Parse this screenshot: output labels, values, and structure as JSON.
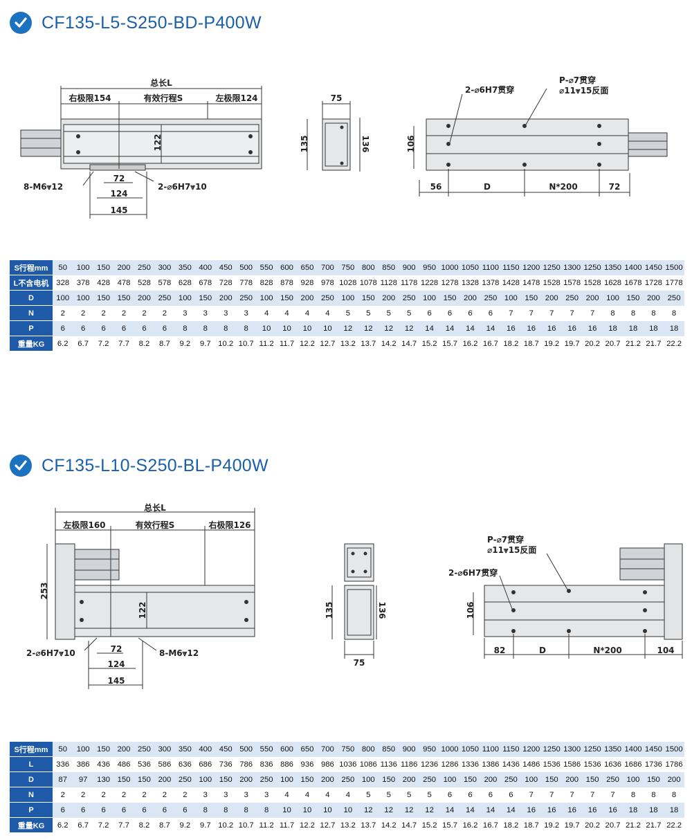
{
  "section1": {
    "title": "CF135-L5-S250-BD-P400W",
    "labels": {
      "total": "总长L",
      "right_limit": "右极限154",
      "stroke": "有效行程S",
      "left_limit": "左极限124",
      "h122": "122",
      "m6": "8-M6⩔12",
      "pin": "2-⌀6H7⩔10",
      "d72": "72",
      "d124": "124",
      "d145": "145",
      "w75": "75",
      "h135": "135",
      "h136": "136",
      "pin_thru": "2-⌀6H7贯穿",
      "p_thru": "P-⌀7贯穿",
      "cbore": "⌀11⩔15反面",
      "h106": "106",
      "d56": "56",
      "dD": "D",
      "n200": "N*200",
      "d72b": "72"
    },
    "table": {
      "rows": [
        {
          "label": "S行程mm",
          "values": [
            "50",
            "100",
            "150",
            "200",
            "250",
            "300",
            "350",
            "400",
            "450",
            "500",
            "550",
            "600",
            "650",
            "700",
            "750",
            "800",
            "850",
            "900",
            "950",
            "1000",
            "1050",
            "1100",
            "1150",
            "1200",
            "1250",
            "1300",
            "1250",
            "1350",
            "1400",
            "1450",
            "1500"
          ]
        },
        {
          "label": "L不含电机",
          "values": [
            "328",
            "378",
            "428",
            "478",
            "528",
            "578",
            "628",
            "678",
            "728",
            "778",
            "828",
            "878",
            "928",
            "978",
            "1028",
            "1078",
            "1128",
            "1178",
            "1228",
            "1278",
            "1328",
            "1378",
            "1428",
            "1478",
            "1528",
            "1578",
            "1528",
            "1628",
            "1678",
            "1728",
            "1778"
          ]
        },
        {
          "label": "D",
          "values": [
            "100",
            "100",
            "150",
            "150",
            "200",
            "250",
            "100",
            "150",
            "200",
            "250",
            "100",
            "150",
            "200",
            "250",
            "100",
            "150",
            "200",
            "250",
            "100",
            "150",
            "200",
            "250",
            "100",
            "150",
            "200",
            "250",
            "200",
            "100",
            "150",
            "200",
            "250"
          ]
        },
        {
          "label": "N",
          "values": [
            "2",
            "2",
            "2",
            "2",
            "2",
            "2",
            "3",
            "3",
            "3",
            "3",
            "4",
            "4",
            "4",
            "4",
            "5",
            "5",
            "5",
            "5",
            "6",
            "6",
            "6",
            "6",
            "7",
            "7",
            "7",
            "7",
            "7",
            "8",
            "8",
            "8",
            "8"
          ]
        },
        {
          "label": "P",
          "values": [
            "6",
            "6",
            "6",
            "6",
            "6",
            "6",
            "8",
            "8",
            "8",
            "8",
            "10",
            "10",
            "10",
            "10",
            "12",
            "12",
            "12",
            "12",
            "14",
            "14",
            "14",
            "14",
            "16",
            "16",
            "16",
            "16",
            "16",
            "18",
            "18",
            "18",
            "18"
          ]
        },
        {
          "label": "重量KG",
          "values": [
            "6.2",
            "6.7",
            "7.2",
            "7.7",
            "8.2",
            "8.7",
            "9.2",
            "9.7",
            "10.2",
            "10.7",
            "11.2",
            "11.7",
            "12.2",
            "12.7",
            "13.2",
            "13.7",
            "14.2",
            "14.7",
            "15.2",
            "15.7",
            "16.2",
            "16.7",
            "18.2",
            "18.7",
            "19.2",
            "19.7",
            "20.2",
            "20.7",
            "21.2",
            "21.7",
            "22.2"
          ]
        }
      ]
    }
  },
  "section2": {
    "title": "CF135-L10-S250-BL-P400W",
    "labels": {
      "total": "总长L",
      "left_limit": "左极限160",
      "stroke": "有效行程S",
      "right_limit": "右极限126",
      "h253": "253",
      "h122": "122",
      "pin": "2-⌀6H7⩔10",
      "m6": "8-M6⩔12",
      "d72": "72",
      "d124": "124",
      "d145": "145",
      "h135": "135",
      "h136": "136",
      "w75": "75",
      "p_thru": "P-⌀7贯穿",
      "cbore": "⌀11⩔15反面",
      "pin_thru": "2-⌀6H7贯穿",
      "h106": "106",
      "d82": "82",
      "dD": "D",
      "n200": "N*200",
      "d104": "104"
    },
    "table": {
      "rows": [
        {
          "label": "S行程mm",
          "values": [
            "50",
            "100",
            "150",
            "200",
            "250",
            "300",
            "350",
            "400",
            "450",
            "500",
            "550",
            "600",
            "650",
            "700",
            "750",
            "800",
            "850",
            "900",
            "950",
            "1000",
            "1050",
            "1100",
            "1150",
            "1200",
            "1250",
            "1300",
            "1250",
            "1350",
            "1400",
            "1450",
            "1500"
          ]
        },
        {
          "label": "L",
          "values": [
            "336",
            "386",
            "436",
            "486",
            "536",
            "586",
            "636",
            "686",
            "736",
            "786",
            "836",
            "886",
            "936",
            "986",
            "1036",
            "1086",
            "1136",
            "1186",
            "1236",
            "1286",
            "1336",
            "1386",
            "1436",
            "1486",
            "1536",
            "1586",
            "1536",
            "1636",
            "1686",
            "1736",
            "1786"
          ]
        },
        {
          "label": "D",
          "values": [
            "87",
            "97",
            "130",
            "150",
            "150",
            "200",
            "250",
            "100",
            "150",
            "200",
            "250",
            "100",
            "150",
            "200",
            "250",
            "100",
            "150",
            "200",
            "250",
            "100",
            "150",
            "200",
            "250",
            "100",
            "150",
            "200",
            "150",
            "250",
            "100",
            "150",
            "200"
          ]
        },
        {
          "label": "N",
          "values": [
            "2",
            "2",
            "2",
            "2",
            "2",
            "2",
            "2",
            "3",
            "3",
            "3",
            "3",
            "4",
            "4",
            "4",
            "4",
            "5",
            "5",
            "5",
            "5",
            "6",
            "6",
            "6",
            "6",
            "7",
            "7",
            "7",
            "7",
            "7",
            "8",
            "8",
            "8"
          ]
        },
        {
          "label": "P",
          "values": [
            "6",
            "6",
            "6",
            "6",
            "6",
            "6",
            "6",
            "8",
            "8",
            "8",
            "8",
            "10",
            "10",
            "10",
            "10",
            "12",
            "12",
            "12",
            "12",
            "14",
            "14",
            "14",
            "14",
            "16",
            "16",
            "16",
            "16",
            "16",
            "18",
            "18",
            "18"
          ]
        },
        {
          "label": "重量KG",
          "values": [
            "6.2",
            "6.7",
            "7.2",
            "7.7",
            "8.2",
            "8.7",
            "9.2",
            "9.7",
            "10.2",
            "10.7",
            "11.2",
            "11.7",
            "12.2",
            "12.7",
            "13.2",
            "13.7",
            "14.2",
            "14.7",
            "15.2",
            "15.7",
            "16.2",
            "16.7",
            "18.2",
            "18.7",
            "19.2",
            "19.7",
            "20.2",
            "20.7",
            "21.2",
            "21.7",
            "22.2"
          ]
        }
      ]
    }
  }
}
